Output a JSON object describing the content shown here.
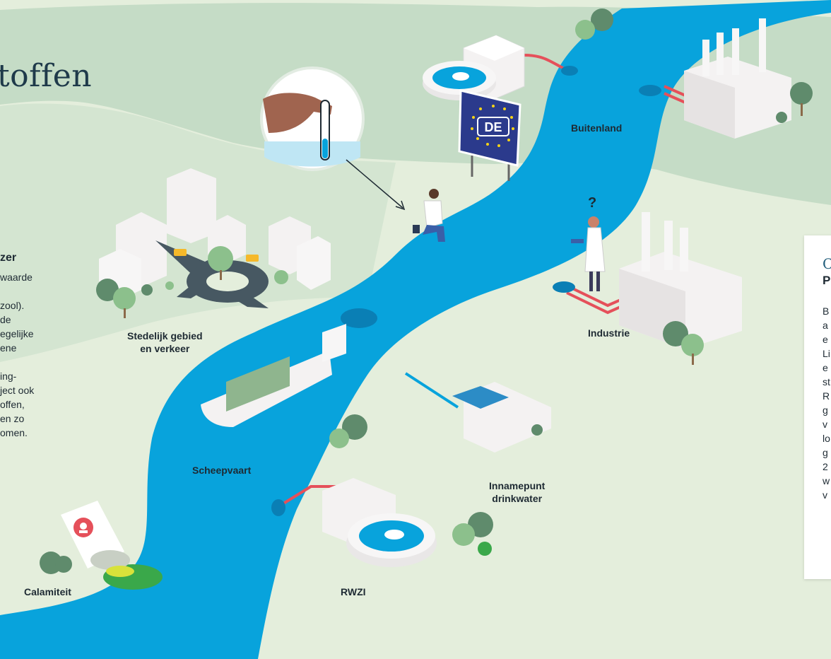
{
  "title_partial": "toffen",
  "labels": {
    "buitenland": "Buitenland",
    "stedelijk_line1": "Stedelijk gebied",
    "stedelijk_line2": "en verkeer",
    "industrie": "Industrie",
    "scheepvaart": "Scheepvaart",
    "innamepunt_line1": "Innamepunt",
    "innamepunt_line2": "drinkwater",
    "calamiteit": "Calamiteit",
    "rwzi": "RWZI"
  },
  "sign_text": "DE",
  "question_mark": "?",
  "left_text": {
    "heading": "zer",
    "lines": [
      "waarde",
      "",
      "zool).",
      "de",
      "egelijke",
      "ene",
      "",
      "ing-",
      "ject ook",
      "offen,",
      "en zo",
      "omen."
    ]
  },
  "side_card": {
    "title": "C",
    "subtitle": "P",
    "lines": [
      "B",
      "a",
      "e",
      "Li",
      "e",
      "st",
      "R",
      "g",
      "v",
      "lo",
      "g",
      "2",
      "w",
      "v"
    ]
  },
  "colors": {
    "background": "#e4eedc",
    "hills": "#c5dcc6",
    "river": "#08a3dc",
    "pipe": "#e5505a",
    "tree_dark": "#5f8b6c",
    "tree_light": "#8cc08c",
    "building": "#f4f2f2",
    "spill_green": "#3aa84a"
  },
  "icons": [
    "test-tube-hand-icon",
    "eu-border-sign-icon",
    "skull-crossbones-icon",
    "scientist-icon"
  ]
}
